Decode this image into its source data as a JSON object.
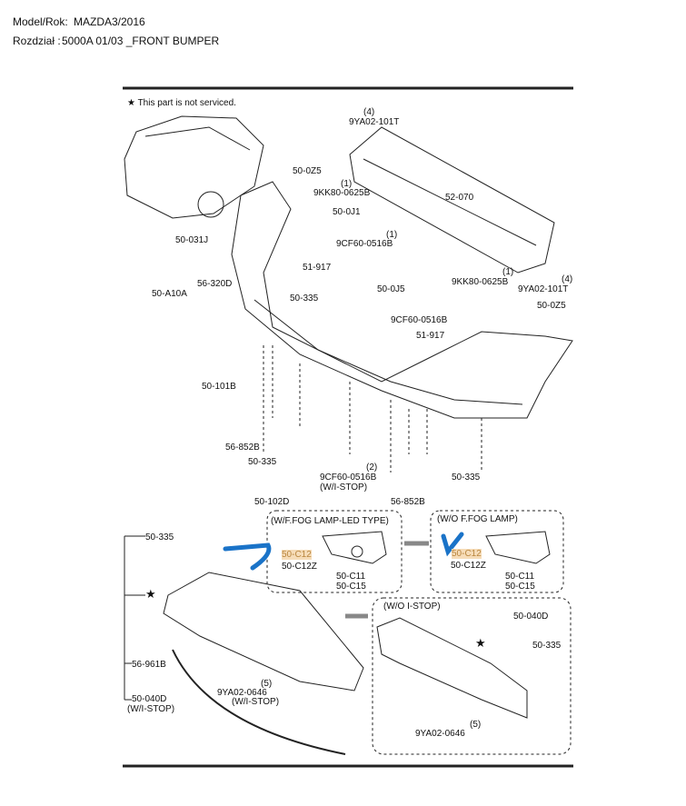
{
  "header": {
    "model_label": "Model/Rok:",
    "model_value": "MAZDA3/2016",
    "section_label": "Rozdział :",
    "section_value": "5000A 01/03 _FRONT BUMPER"
  },
  "diagram": {
    "note": "★ This part is not serviced.",
    "labels": [
      "(4)",
      "9YA02-101T",
      "50-0Z5",
      "(1)",
      "9KK80-0625B",
      "52-070",
      "50-0J1",
      "(1)",
      "9CF60-0516B",
      "50-031J",
      "51-917",
      "56-320D",
      "(1)",
      "9KK80-0625B",
      "(4)",
      "9YA02-101T",
      "50-0J5",
      "50-A10A",
      "50-335",
      "50-0Z5",
      "9CF60-0516B",
      "51-917",
      "50-101B",
      "56-852B",
      "50-335",
      "(2)",
      "9CF60-0516B",
      "(W/I-STOP)",
      "50-335",
      "50-102D",
      "56-852B",
      "50-335",
      "(W/F.FOG LAMP-LED TYPE)",
      "(W/O F.FOG LAMP)",
      "50-C12",
      "50-C12Z",
      "50-C11",
      "50-C15",
      "50-C12",
      "50-C12Z",
      "50-C11",
      "50-C15",
      "(W/O I-STOP)",
      "50-040D",
      "50-335",
      "56-961B",
      "(5)",
      "9YA02-0646",
      "(W/I-STOP)",
      "50-040D",
      "(W/I-STOP)",
      "(5)",
      "9YA02-0646",
      "★",
      "★"
    ],
    "accent_color": "#1a73c8"
  }
}
